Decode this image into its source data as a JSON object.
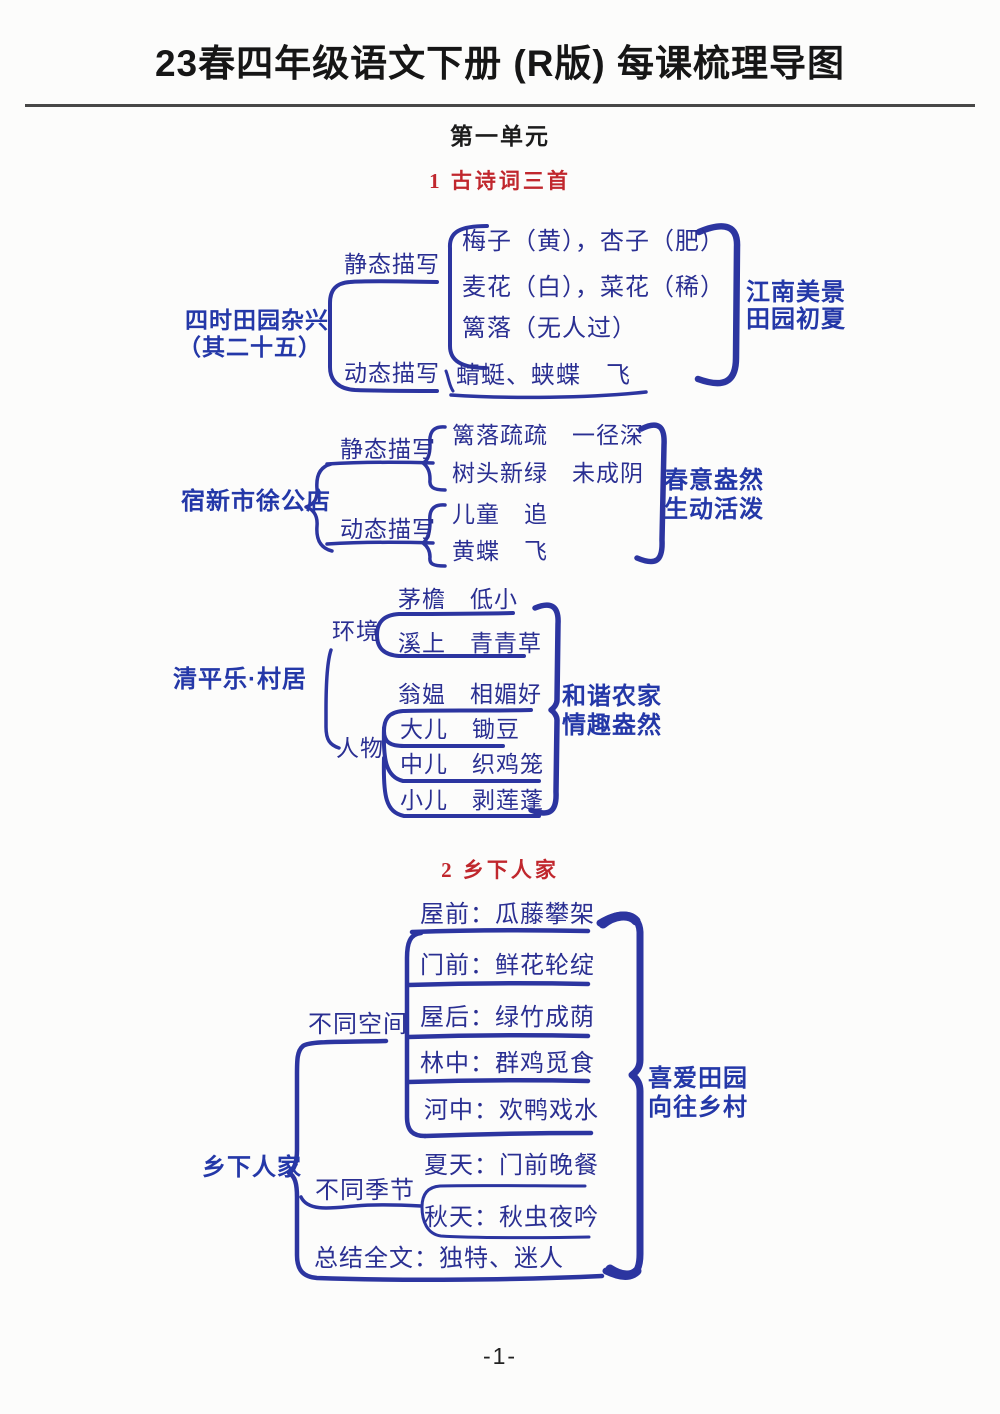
{
  "header": {
    "title": "23春四年级语文下册 (R版) 每课梳理导图",
    "unit": "第一单元"
  },
  "footer": {
    "page_number": "-1-"
  },
  "colors": {
    "ink_blue": "#2c35a0",
    "node_blue": "#2438a8",
    "heading_red": "#c0272d",
    "text_black": "#1c1c1c"
  },
  "lesson1": {
    "heading": "1 古诗词三首",
    "poem1": {
      "title_lines": [
        "四时田园杂兴",
        "（其二十五）"
      ],
      "static_label": "静态描写",
      "static_items": [
        "梅子（黄），杏子（肥）",
        "麦花（白），菜花（稀）",
        "篱落（无人过）"
      ],
      "dynamic_label": "动态描写",
      "dynamic_item": "蜻蜓、蛱蝶　飞",
      "conclusion_lines": [
        "江南美景",
        "田园初夏"
      ]
    },
    "poem2": {
      "title": "宿新市徐公店",
      "static_label": "静态描写",
      "static_items": [
        "篱落疏疏　一径深",
        "树头新绿　未成阴"
      ],
      "dynamic_label": "动态描写",
      "dynamic_items": [
        "儿童　追",
        "黄蝶　飞"
      ],
      "conclusion_lines": [
        "春意盎然",
        "生动活泼"
      ]
    },
    "poem3": {
      "title": "清平乐·村居",
      "env_label": "环境",
      "env_items": [
        "茅檐　低小",
        "溪上　青青草"
      ],
      "people_label": "人物",
      "people_items": [
        "翁媪　相媚好",
        "大儿　锄豆",
        "中儿　织鸡笼",
        "小儿　剥莲蓬"
      ],
      "conclusion_lines": [
        "和谐农家",
        "情趣盎然"
      ]
    }
  },
  "lesson2": {
    "heading": "2 乡下人家",
    "map": {
      "title": "乡下人家",
      "space_label": "不同空间",
      "space_items": [
        "屋前：瓜藤攀架",
        "门前：鲜花轮绽",
        "屋后：绿竹成荫",
        "林中：群鸡觅食",
        "河中：欢鸭戏水"
      ],
      "season_label": "不同季节",
      "season_items": [
        "夏天：门前晚餐",
        "秋天：秋虫夜吟"
      ],
      "summary": "总结全文：独特、迷人",
      "conclusion_lines": [
        "喜爱田园",
        "向往乡村"
      ]
    }
  }
}
